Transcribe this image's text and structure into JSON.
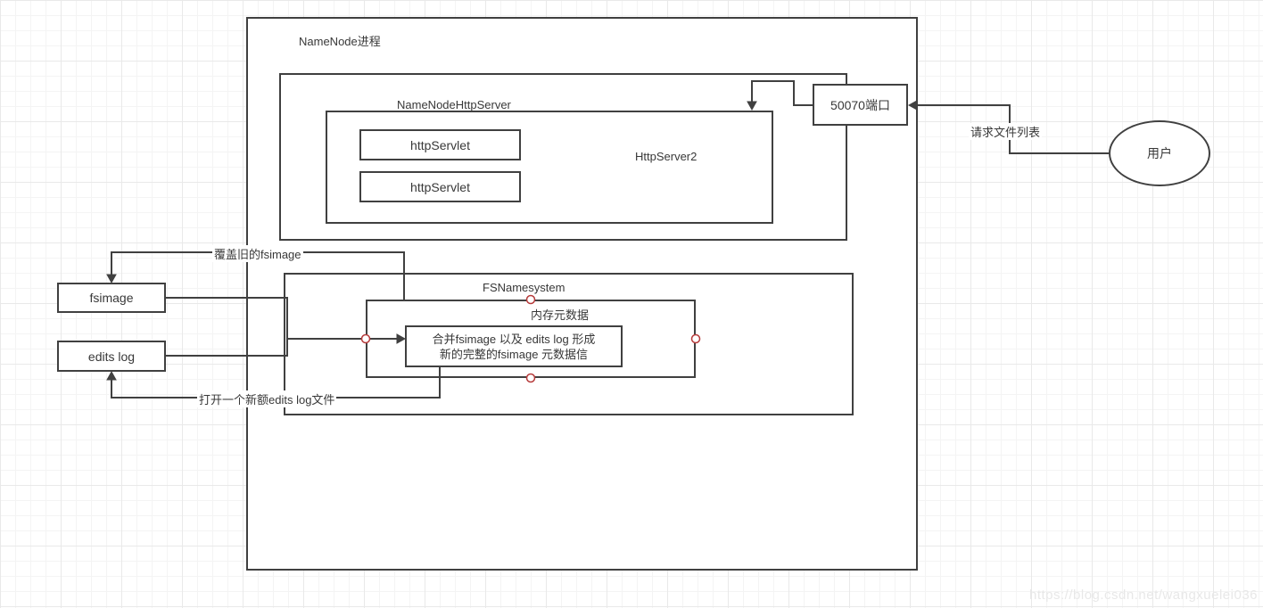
{
  "diagram": {
    "title_box": {
      "label": "NameNode进程"
    },
    "namenode_http_server": {
      "label": "NameNodeHttpServer"
    },
    "http_server2": {
      "label": "HttpServer2"
    },
    "servlet1": {
      "label": "httpServlet"
    },
    "servlet2": {
      "label": "httpServlet"
    },
    "port_box": {
      "label": "50070端口"
    },
    "fs_namesystem": {
      "label": "FSNamesystem"
    },
    "memory_metadata": {
      "label": "内存元数据"
    },
    "merge_box": {
      "line1": "合并fsimage 以及 edits log 形成",
      "line2": "新的完整的fsimage 元数据信"
    },
    "fsimage_box": {
      "label": "fsimage"
    },
    "edits_log_box": {
      "label": "edits log"
    },
    "user_node": {
      "label": "用户"
    },
    "edge_labels": {
      "overwrite_old_fsimage": "覆盖旧的fsimage",
      "open_new_edits_log": "打开一个新额edits log文件",
      "request_file_list": "请求文件列表"
    },
    "watermark": "https://blog.csdn.net/wangxuelei036",
    "colors": {
      "stroke": "#404040",
      "text": "#383838",
      "connection_point": "#b63a3a",
      "grid_major": "#e9e9e9",
      "grid_minor": "#f4f4f4",
      "watermark": "#e8e8e8"
    }
  }
}
